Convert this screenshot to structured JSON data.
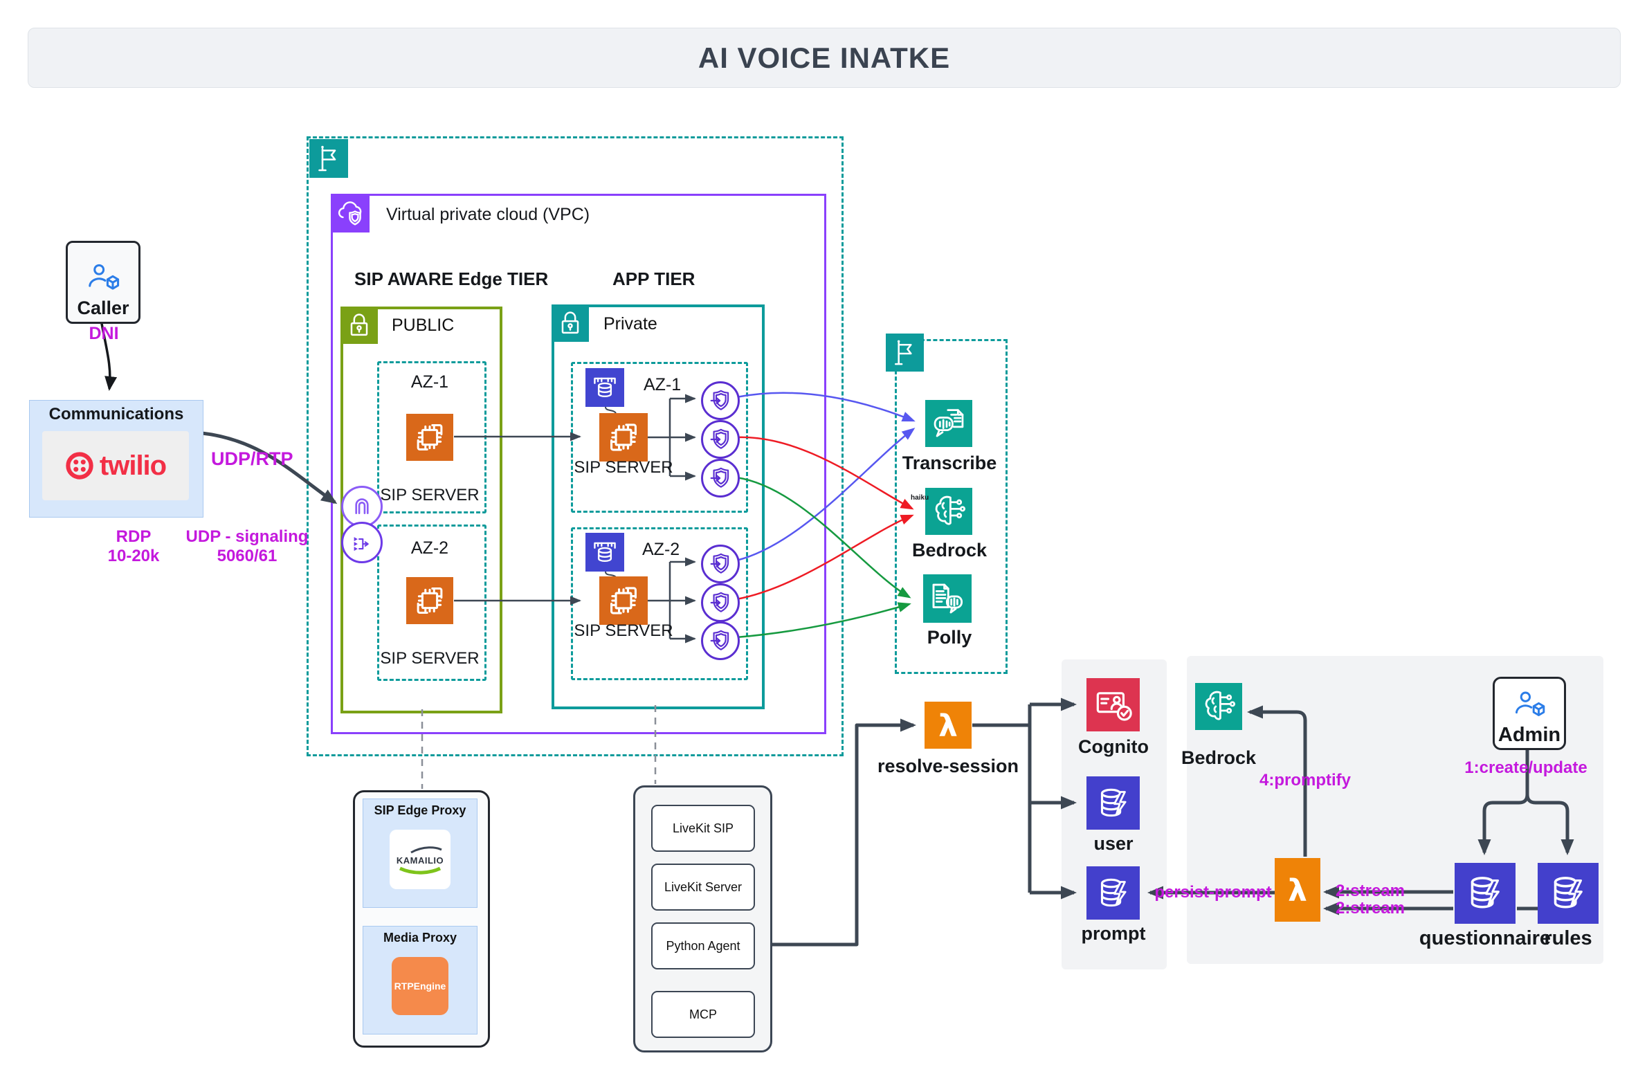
{
  "title": "AI VOICE INATKE",
  "colors": {
    "teal_border": "#0d9b9b",
    "vpc_purple": "#8a40fc",
    "public_olive": "#7aa116",
    "compute_orange": "#d9681a",
    "lambda_orange": "#ef8307",
    "db_indigo": "#4340cc",
    "cognito_crimson": "#dd3450",
    "ml_teal": "#0ba393",
    "endpoint_purple": "#5a2ed1",
    "label_magenta": "#c419dd",
    "arrow_blue": "#5757f0",
    "arrow_red": "#ee1b24",
    "arrow_green": "#169a40",
    "twilio_red": "#f22f46",
    "dark_line": "#3d4753"
  },
  "caller": {
    "label": "Caller"
  },
  "communications": {
    "header": "Communications",
    "brand": "twilio"
  },
  "flow_labels": {
    "dni": "DNI",
    "udp_rtp": "UDP/RTP",
    "rdp_1": "RDP",
    "rdp_2": "10-20k",
    "udp_sig_1": "UDP - signaling",
    "udp_sig_2": "5060/61",
    "haiku": "haiku"
  },
  "vpc": {
    "title": "Virtual private cloud (VPC)",
    "edge_tier": "SIP AWARE Edge TIER",
    "app_tier": "APP TIER",
    "public": {
      "label": "PUBLIC",
      "az1": {
        "name": "AZ-1",
        "server": "SIP SERVER"
      },
      "az2": {
        "name": "AZ-2",
        "server": "SIP SERVER"
      }
    },
    "private": {
      "label": "Private",
      "az1": {
        "name": "AZ-1",
        "server": "SIP SERVER"
      },
      "az2": {
        "name": "AZ-2",
        "server": "SIP SERVER"
      }
    }
  },
  "genai": {
    "transcribe": "Transcribe",
    "bedrock": "Bedrock",
    "polly": "Polly"
  },
  "sip_proxy": {
    "title": "SIP Edge Proxy",
    "logo": "KAMAILIO"
  },
  "media_proxy": {
    "title": "Media Proxy",
    "engine": "RTPEngine"
  },
  "livekit": {
    "items": [
      "LiveKit SIP",
      "LiveKit Server",
      "Python Agent",
      "MCP"
    ]
  },
  "session": {
    "lambda": "resolve-session",
    "cognito": "Cognito",
    "user": "user",
    "prompt": "prompt"
  },
  "admin_panel": {
    "bedrock": "Bedrock",
    "admin": "Admin",
    "step_create": "1:create/update",
    "step_promptify": "4:promptify",
    "persist_prompt": "persist-prompt",
    "stream_a": "2:stream",
    "stream_b": "2:stream",
    "questionnaire": "questionnaire",
    "rules": "rules"
  }
}
